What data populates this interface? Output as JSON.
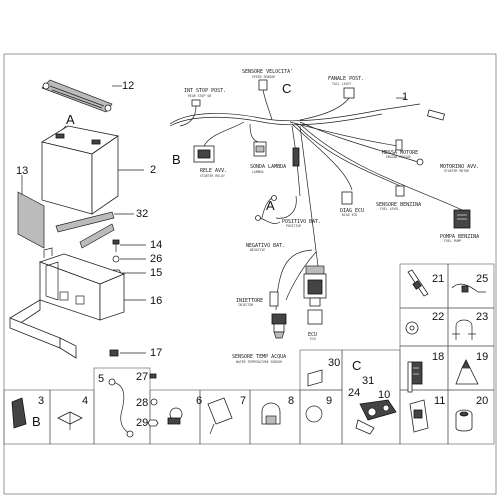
{
  "part_numbers": {
    "n1": "1",
    "n2": "2",
    "n3": "3",
    "n4": "4",
    "n5": "5",
    "n6": "6",
    "n7": "7",
    "n8": "8",
    "n9": "9",
    "n10": "10",
    "n11": "11",
    "n12": "12",
    "n13": "13",
    "n14": "14",
    "n15": "15",
    "n16": "16",
    "n17": "17",
    "n18": "18",
    "n19": "19",
    "n20": "20",
    "n21": "21",
    "n22": "22",
    "n23": "23",
    "n24": "24",
    "n25": "25",
    "n26": "26",
    "n27": "27",
    "n28": "28",
    "n29": "29",
    "n30": "30",
    "n31": "31",
    "n32": "32"
  },
  "detail_letters": {
    "a_battery": "A",
    "a_harness": "A",
    "b_panel": "B",
    "b_harness": "B",
    "c_harness": "C",
    "c_panel": "C"
  },
  "harness_labels": {
    "stop_post": "INT STOP POST.",
    "stop_post_sub": "REAR STOP SW",
    "speed_sensor": "SENSORE VELOCITA'",
    "speed_sensor_sub": "SPEED SENSOR",
    "rear_light": "FANALE POST.",
    "rear_light_sub": "TAIL LIGHT",
    "starter_motor_start": "MESSA MOTORE",
    "starter_motor_start_sub": "ENGINE ENGAGE",
    "starter_motor": "MOTORINO AVV.",
    "starter_motor_sub": "STARTER MOTOR",
    "lambda_probe": "SONDA LAMBDA",
    "lambda_probe_sub": "LAMBDA",
    "starter_relay": "RELE AVV.",
    "starter_relay_sub": "STARTER RELAY",
    "fuel_sensor": "SENSORE BENZINA",
    "fuel_sensor_sub": "FUEL LEVEL",
    "diag_ecu": "DIAG ECU",
    "diag_ecu_sub": "DIAG ECU",
    "fuel_pump": "POMPA BENZINA",
    "fuel_pump_sub": "FUEL PUMP",
    "positive_bat": "POSITIVO BAT.",
    "positive_bat_sub": "POSITIVE",
    "negative_bat": "NEGATIVO BAT.",
    "negative_bat_sub": "NEGATIVE",
    "injector": "INIETTORE",
    "injector_sub": "INJECTOR",
    "ecu": "ECU",
    "ecu_sub": "ECU",
    "water_temp": "SENSORE TEMP ACQUA",
    "water_temp_sub": "WATER TEMPERATURE SENSOR"
  }
}
